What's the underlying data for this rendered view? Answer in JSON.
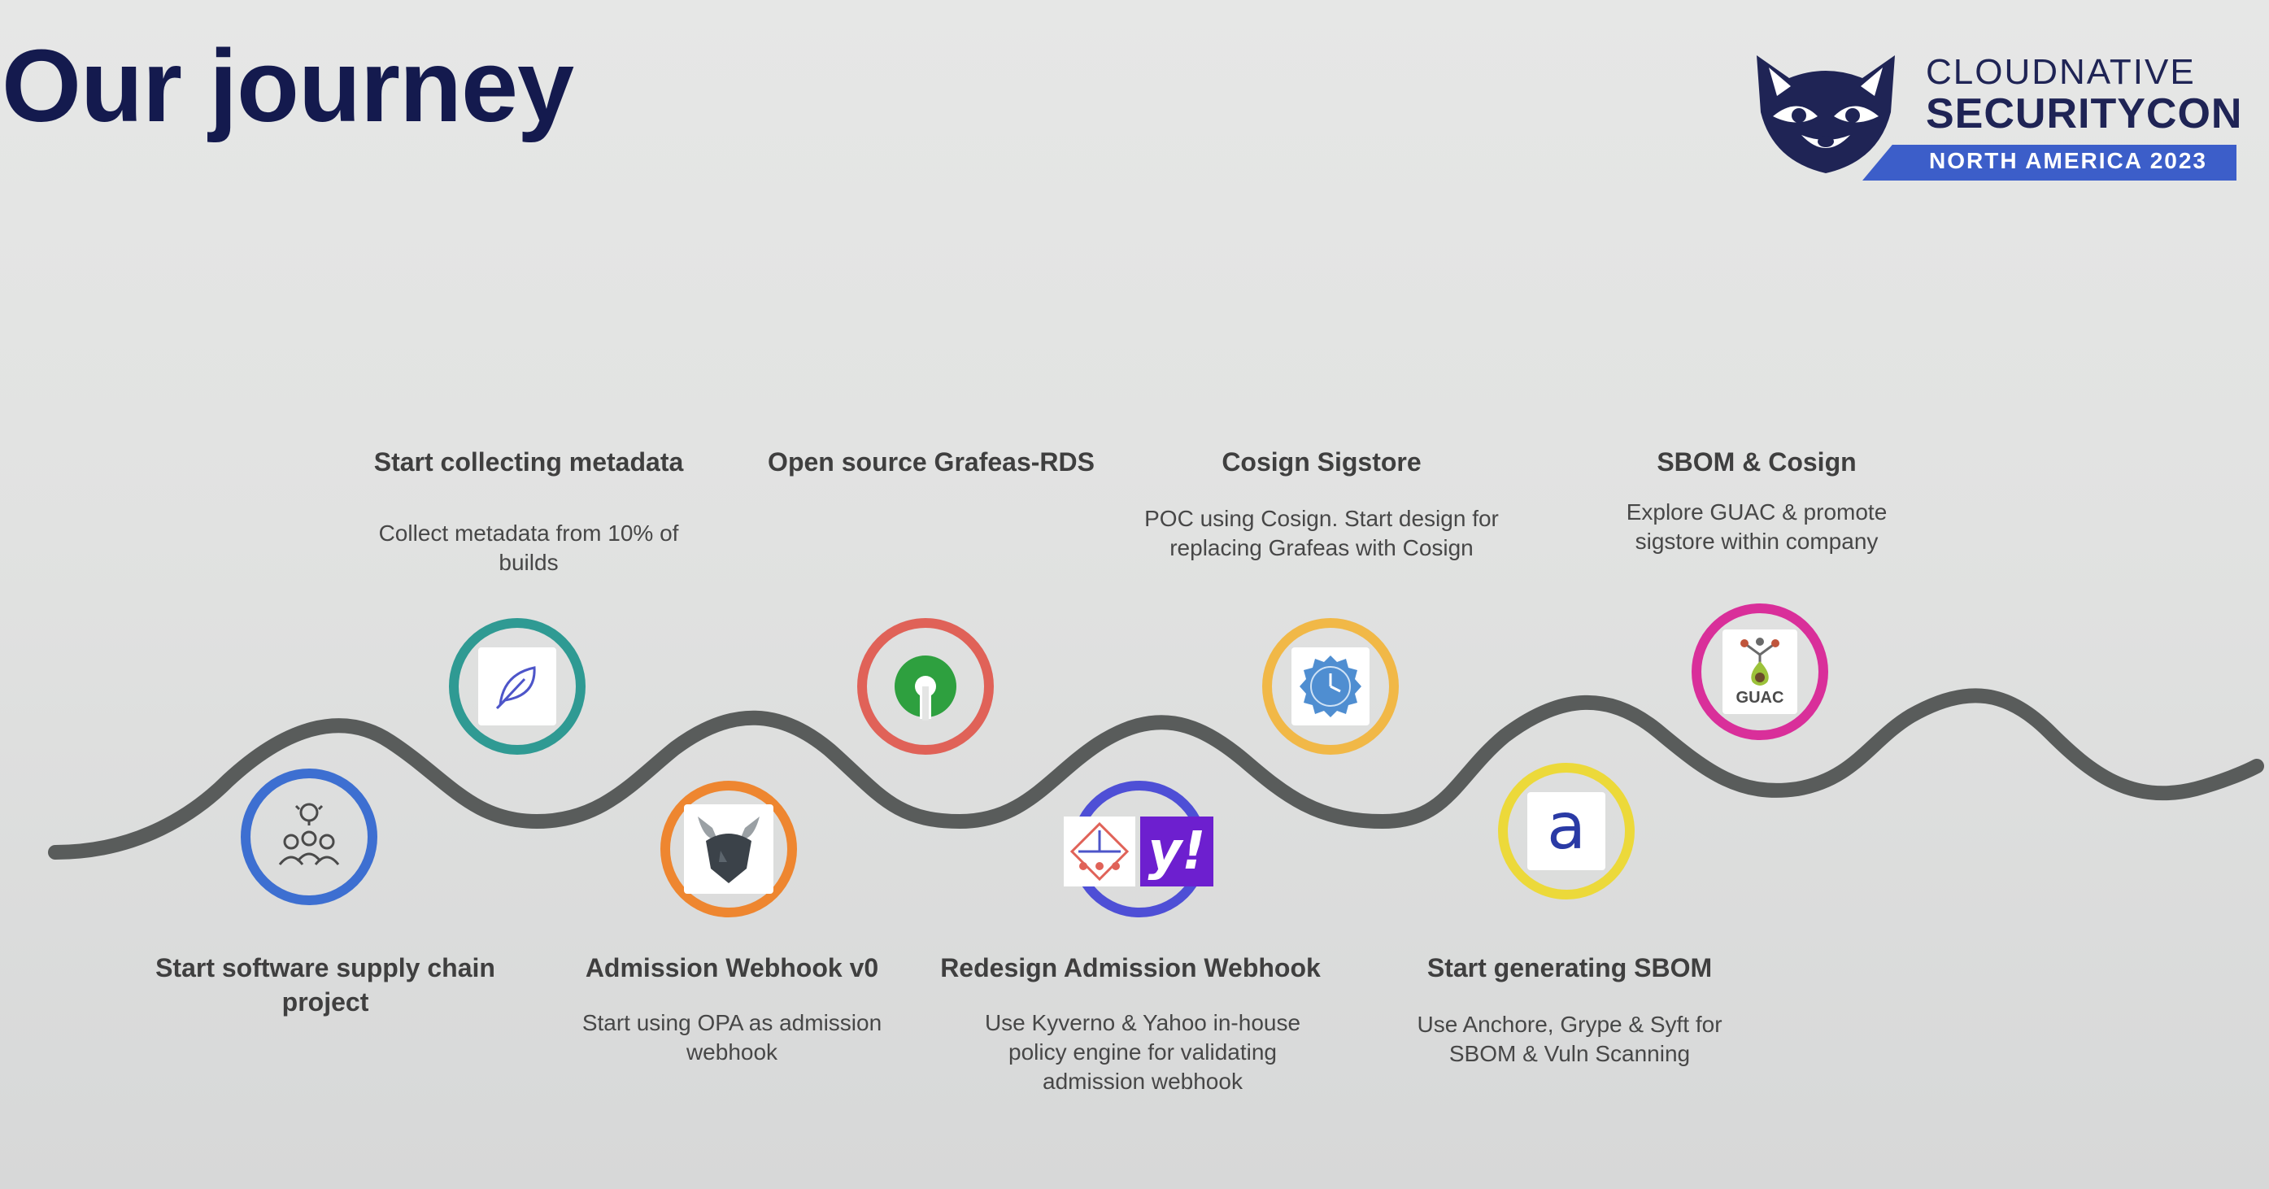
{
  "slide": {
    "title": "Our journey"
  },
  "logo": {
    "line1": "CLOUDNATIVE",
    "line2": "SECURITYCON",
    "line3": "NORTH AMERICA 2023",
    "icon": "raccoon-mascot-icon"
  },
  "milestones": [
    {
      "id": "m1",
      "title": "Start software supply chain project",
      "title_lines": [
        "Start software supply chain",
        "project"
      ],
      "description": "",
      "icon": "team-idea-icon",
      "ring_color": "#3d6fd1"
    },
    {
      "id": "m2",
      "title": "Start collecting metadata",
      "description_lines": [
        "Collect metadata from 10% of",
        "builds"
      ],
      "icon": "feather-icon",
      "ring_color": "#2f9a93"
    },
    {
      "id": "m3",
      "title": "Admission Webhook v0",
      "description_lines": [
        "Start using OPA as admission",
        "webhook"
      ],
      "icon": "opa-viking-icon",
      "ring_color": "#ee8630"
    },
    {
      "id": "m4",
      "title": "Open source Grafeas-RDS",
      "description_lines": [],
      "icon": "open-source-icon",
      "ring_color": "#e06258"
    },
    {
      "id": "m5",
      "title": "Redesign Admission Webhook",
      "description_lines": [
        "Use Kyverno & Yahoo in-house",
        "policy engine for validating",
        "admission webhook"
      ],
      "icon": "kyverno-yahoo-icon",
      "ring_color": "#4e4fd6"
    },
    {
      "id": "m6",
      "title": "Cosign Sigstore",
      "description_lines": [
        "POC using Cosign. Start design for",
        "replacing Grafeas with Cosign"
      ],
      "icon": "cosign-seal-icon",
      "ring_color": "#f1b847"
    },
    {
      "id": "m7",
      "title": "Start generating SBOM",
      "description_lines": [
        "Use Anchore, Grype & Syft for",
        "SBOM & Vuln Scanning"
      ],
      "icon": "anchore-icon",
      "ring_color": "#ecd93a"
    },
    {
      "id": "m8",
      "title": "SBOM & Cosign",
      "description_lines": [
        "Explore GUAC & promote",
        "sigstore within company"
      ],
      "icon": "guac-icon",
      "ring_color": "#d92f9a",
      "icon_label": "GUAC"
    }
  ],
  "yahoo_mark": "y!",
  "anchore_mark": "a"
}
